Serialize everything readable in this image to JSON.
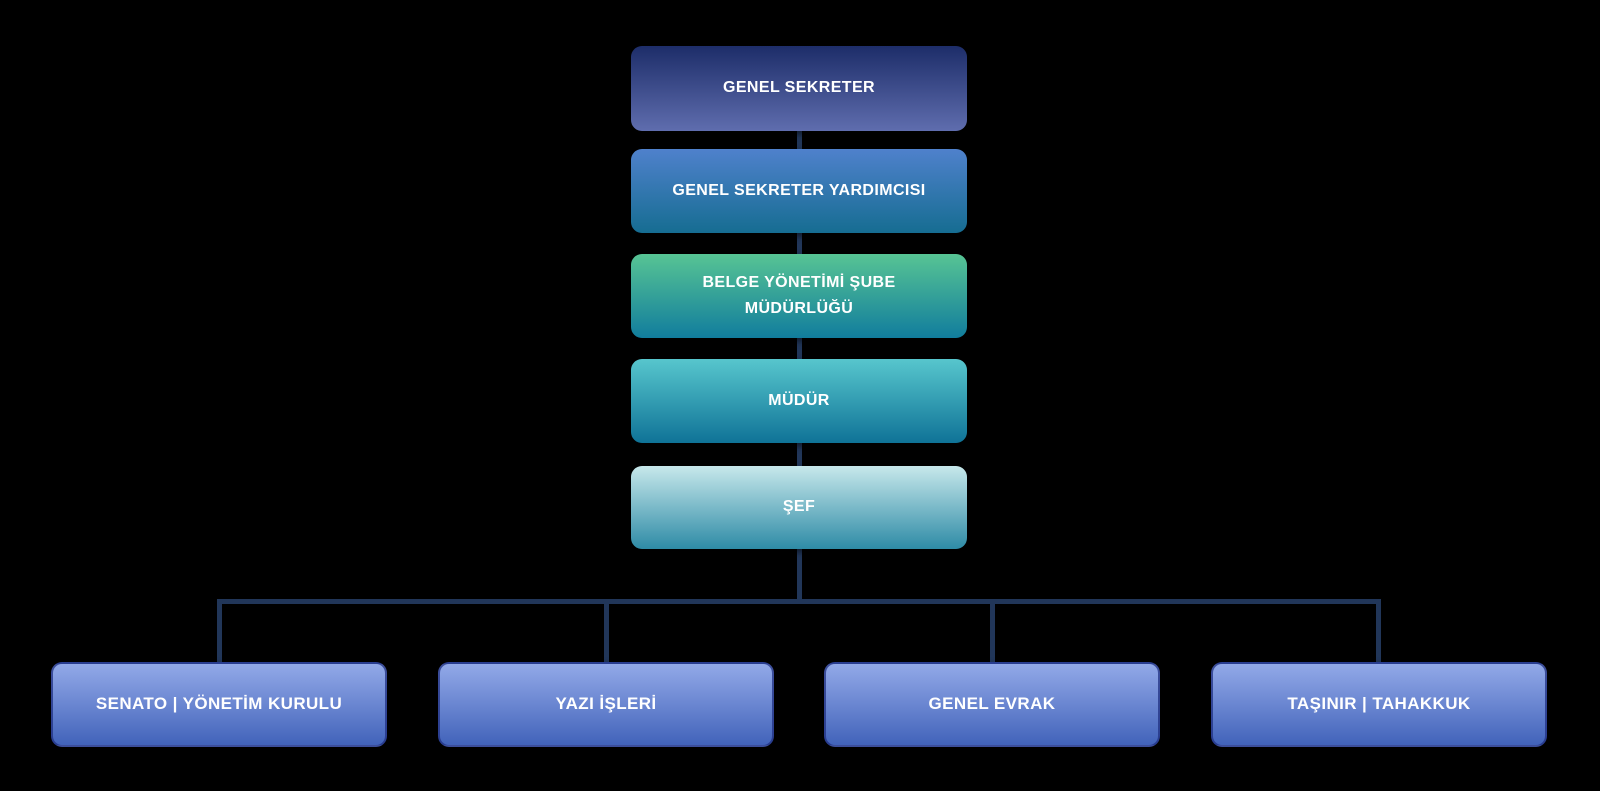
{
  "diagram": {
    "type": "org-chart",
    "background_color": "#000000",
    "connector_color": "#213659",
    "text_color": "#ffffff",
    "hierarchy": [
      {
        "label": "GENEL SEKRETER",
        "color_top": "#1d2d69",
        "color_bottom": "#5f6dae"
      },
      {
        "label": "GENEL SEKRETER YARDIMCISI",
        "color_top": "#4f81cc",
        "color_bottom": "#166d92"
      },
      {
        "label": "BELGE YÖNETİMİ ŞUBE MÜDÜRLÜĞÜ",
        "color_top": "#57c494",
        "color_bottom": "#117d9d"
      },
      {
        "label": "MÜDÜR",
        "color_top": "#57c6cd",
        "color_bottom": "#0f7397"
      },
      {
        "label": "ŞEF",
        "color_top": "#c7e8eb",
        "color_bottom": "#2e8ba6"
      }
    ],
    "departments": [
      {
        "label": "SENATO | YÖNETİM KURULU",
        "color_top": "#92a9e8",
        "color_bottom": "#4263ba"
      },
      {
        "label": "YAZI İŞLERİ",
        "color_top": "#92a9e8",
        "color_bottom": "#4263ba"
      },
      {
        "label": "GENEL EVRAK",
        "color_top": "#92a9e8",
        "color_bottom": "#4263ba"
      },
      {
        "label": "TAŞINIR | TAHAKKUK",
        "color_top": "#92a9e8",
        "color_bottom": "#4263ba"
      }
    ]
  }
}
